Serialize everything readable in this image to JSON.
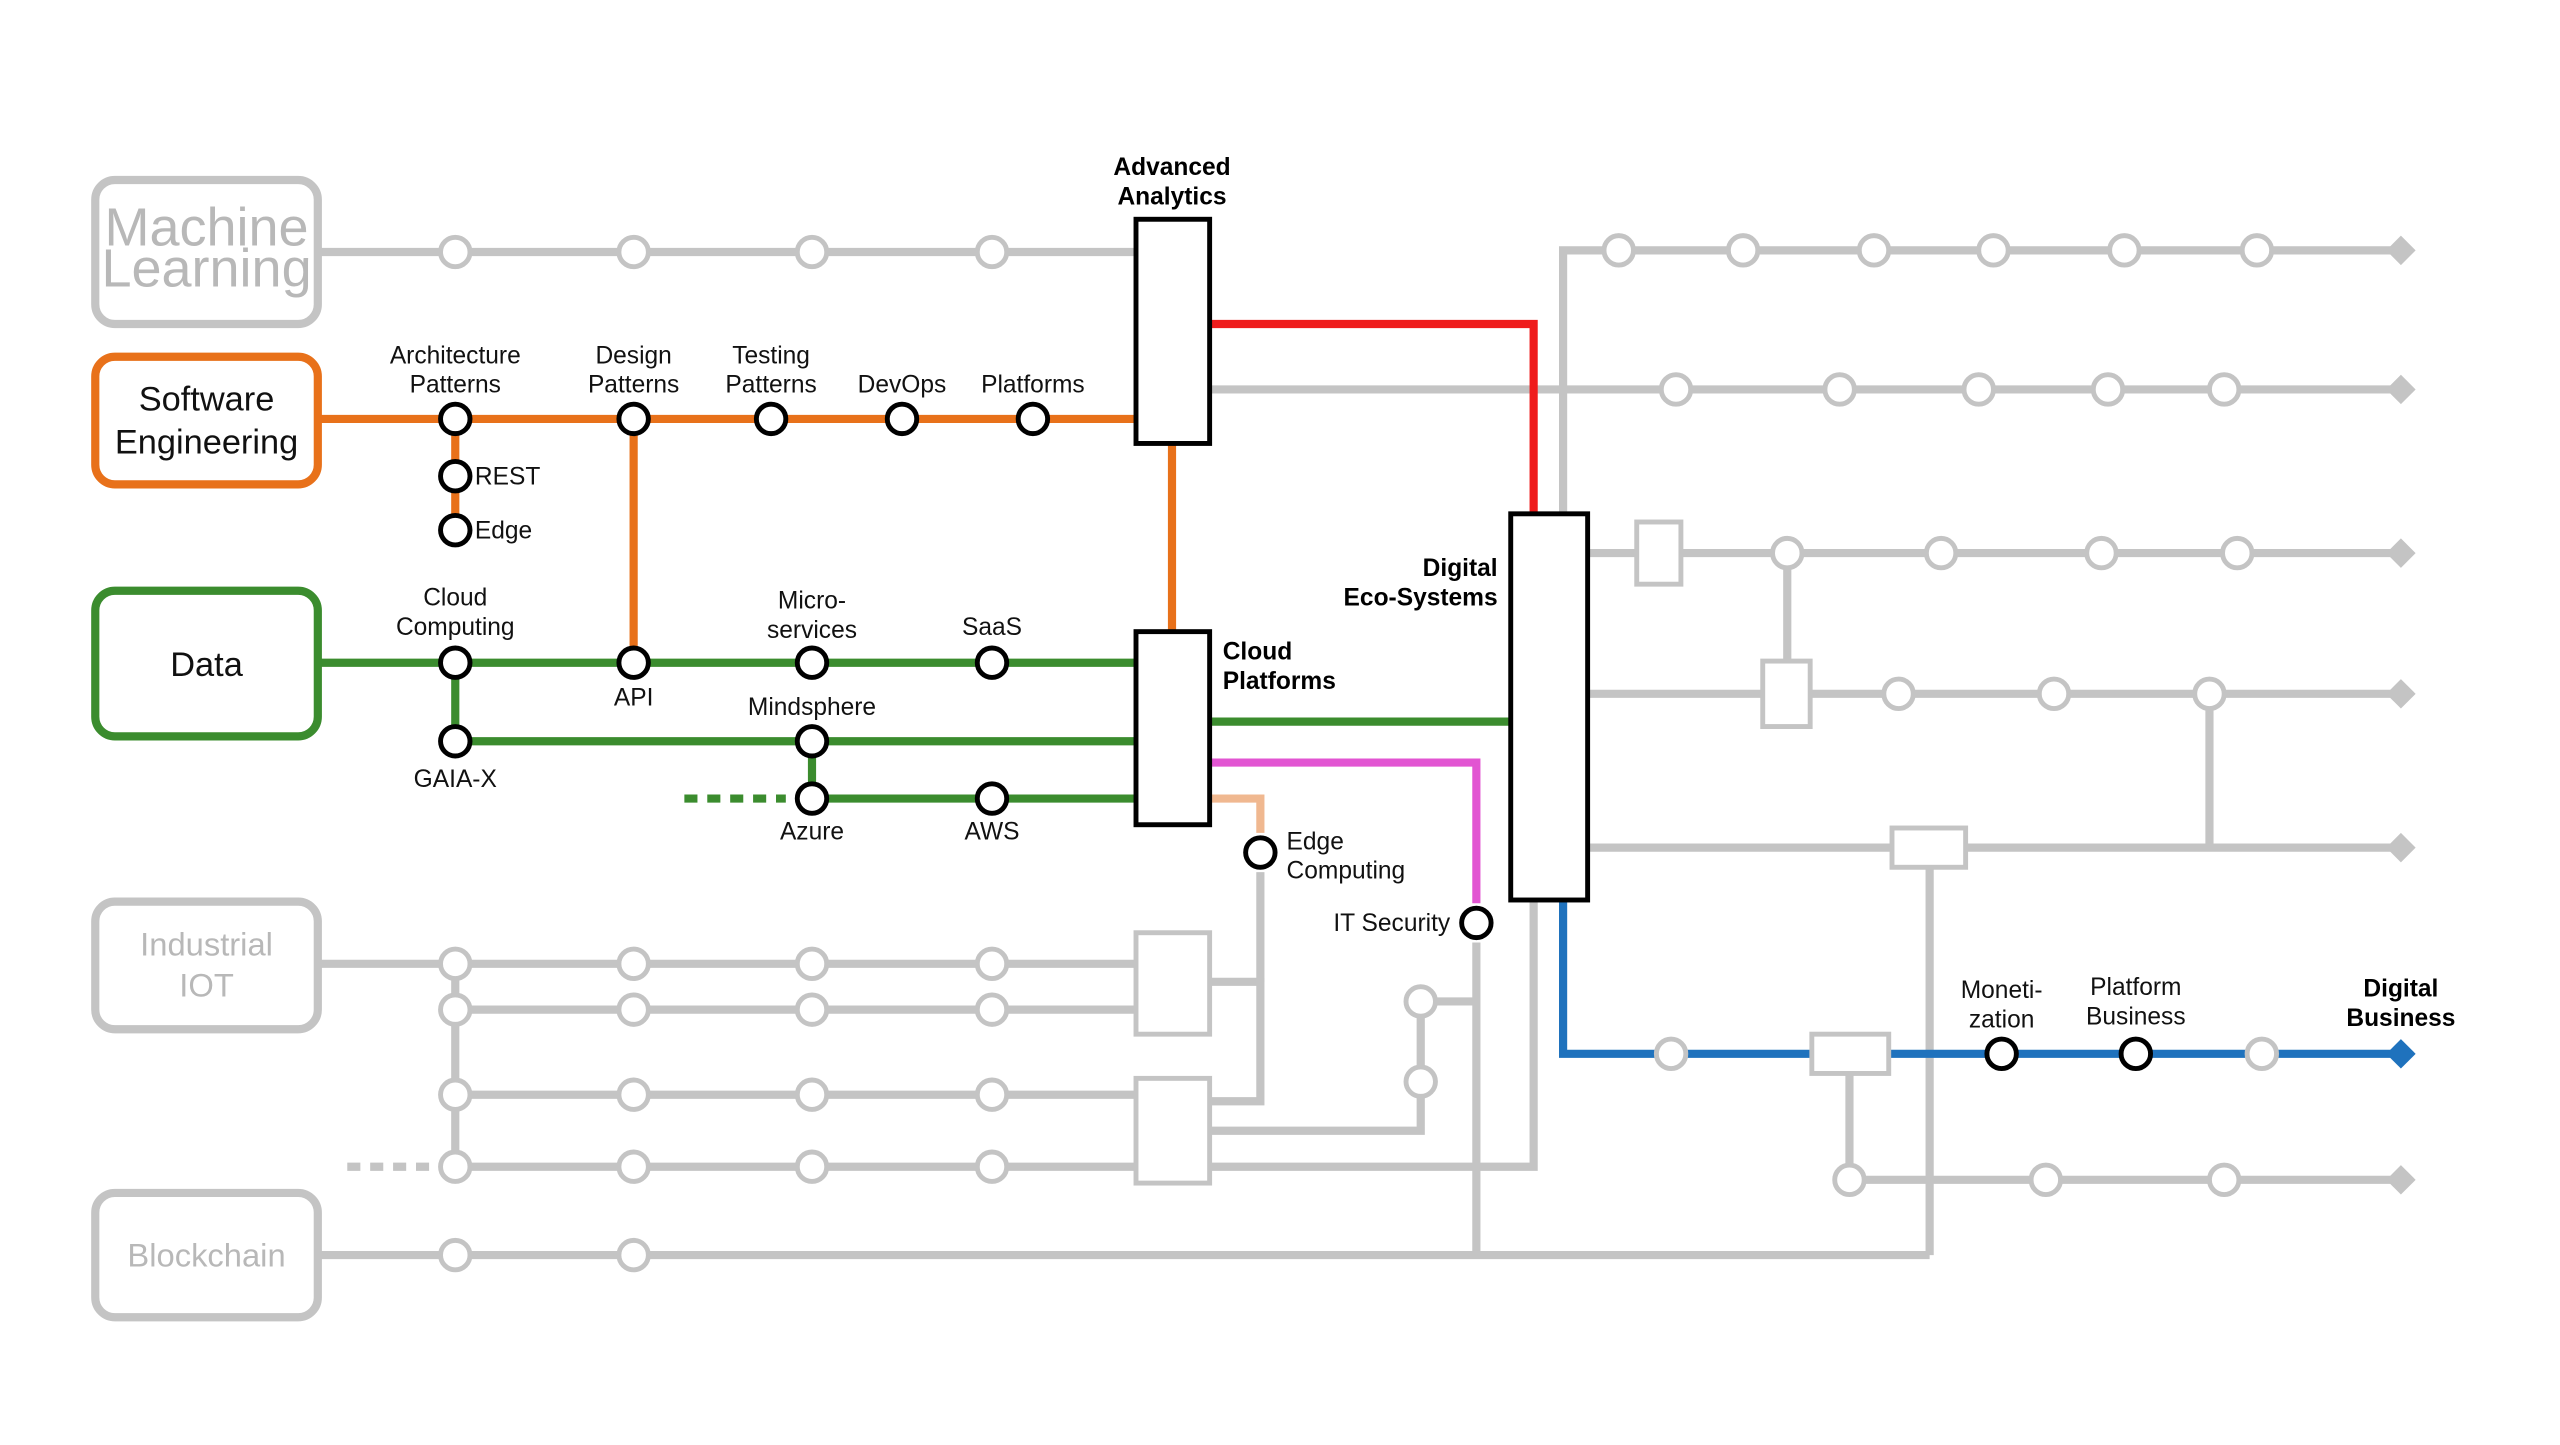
{
  "colors": {
    "software": "#e8711a",
    "data": "#3b8c2e",
    "gray": "#c4c4c4",
    "gray_text": "#b8b8b8",
    "red": "#ef1c1c",
    "magenta": "#e255d2",
    "blue": "#1f72bd",
    "peach": "#f0b890"
  },
  "terminals": {
    "ml": {
      "line1": "Machine",
      "line2": "Learning"
    },
    "se": {
      "line1": "Software",
      "line2": "Engineering"
    },
    "data": {
      "line1": "Data"
    },
    "iot": {
      "line1": "Industrial",
      "line2": "IOT"
    },
    "bc": {
      "line1": "Blockchain"
    }
  },
  "hubs": {
    "aa": {
      "line1": "Advanced",
      "line2": "Analytics"
    },
    "cp": {
      "line1": "Cloud",
      "line2": "Platforms"
    },
    "des": {
      "line1": "Digital",
      "line2": "Eco-Systems"
    },
    "db": {
      "line1": "Digital",
      "line2": "Business"
    }
  },
  "stations": {
    "arch": {
      "line1": "Architecture",
      "line2": "Patterns"
    },
    "design": {
      "line1": "Design",
      "line2": "Patterns"
    },
    "testing": {
      "line1": "Testing",
      "line2": "Patterns"
    },
    "devops": "DevOps",
    "platforms": "Platforms",
    "rest": "REST",
    "edge": "Edge",
    "cloud_computing": {
      "line1": "Cloud",
      "line2": "Computing"
    },
    "api": "API",
    "micro": {
      "line1": "Micro-",
      "line2": "services"
    },
    "saas": "SaaS",
    "gaiax": "GAIA-X",
    "mindsphere": "Mindsphere",
    "azure": "Azure",
    "aws": "AWS",
    "edge_computing": {
      "line1": "Edge",
      "line2": "Computing"
    },
    "it_security": "IT Security",
    "monetization": {
      "line1": "Moneti-",
      "line2": "zation"
    },
    "platform_business": {
      "line1": "Platform",
      "line2": "Business"
    }
  }
}
